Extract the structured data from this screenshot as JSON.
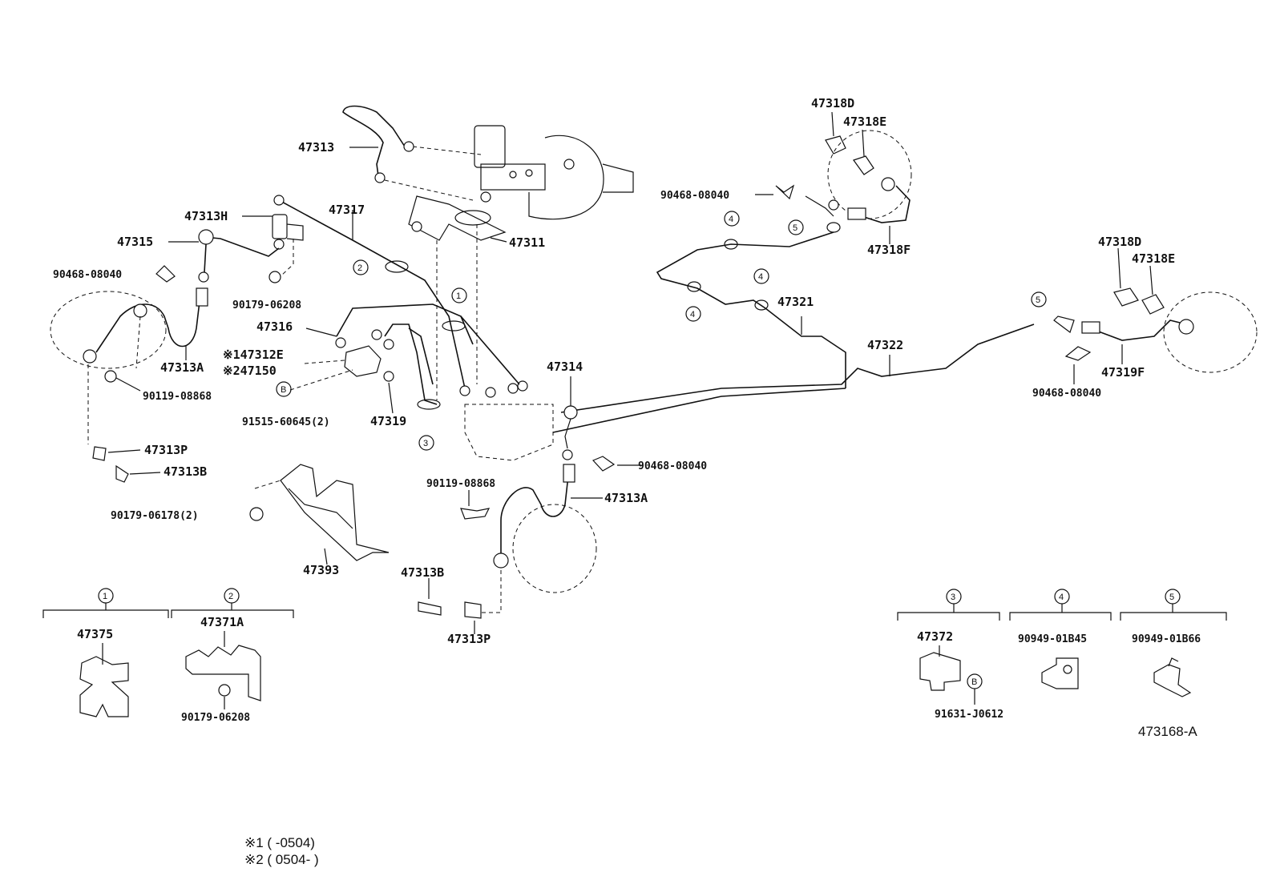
{
  "parts": {
    "p47313": "47313",
    "p47317": "47317",
    "p47313h": "47313H",
    "p47315": "47315",
    "p90468_a": "90468-08040",
    "p90179_a": "90179-06208",
    "p47311": "47311",
    "p47318d_a": "47318D",
    "p47318e_a": "47318E",
    "p90468_b": "90468-08040",
    "p47318f": "47318F",
    "p47321": "47321",
    "p47322": "47322",
    "p47318d_b": "47318D",
    "p47318e_b": "47318E",
    "p47319f": "47319F",
    "p90468_c": "90468-08040",
    "p47316": "47316",
    "p47312e": "※147312E",
    "p47150": "※247150",
    "p91515": "91515-60645(2)",
    "p47319": "47319",
    "p47313a_a": "47313A",
    "p90119_a": "90119-08868",
    "p47314": "47314",
    "p90468_d": "90468-08040",
    "p90119_b": "90119-08868",
    "p47313a_b": "47313A",
    "p47313p_a": "47313P",
    "p47313b_a": "47313B",
    "p90179_b": "90179-06178(2)",
    "p47393": "47393",
    "p47313b_b": "47313B",
    "p47313p_b": "47313P"
  },
  "kits": {
    "k1_ref": "1",
    "k1_part": "47375",
    "k2_ref": "2",
    "k2_part": "47371A",
    "k2_sub": "90179-06208",
    "k3_ref": "3",
    "k3_part": "47372",
    "k3_sub": "91631-J0612",
    "k4_ref": "4",
    "k4_part": "90949-01B45",
    "k5_ref": "5",
    "k5_part": "90949-01B66"
  },
  "markers": {
    "one": "1",
    "two": "2",
    "three": "3",
    "four": "4",
    "five": "5",
    "b": "B"
  },
  "diagram_id": "473168-A",
  "notes": {
    "n1": "※1 (        -0504)",
    "n2": "※2 ( 0504-           )"
  }
}
